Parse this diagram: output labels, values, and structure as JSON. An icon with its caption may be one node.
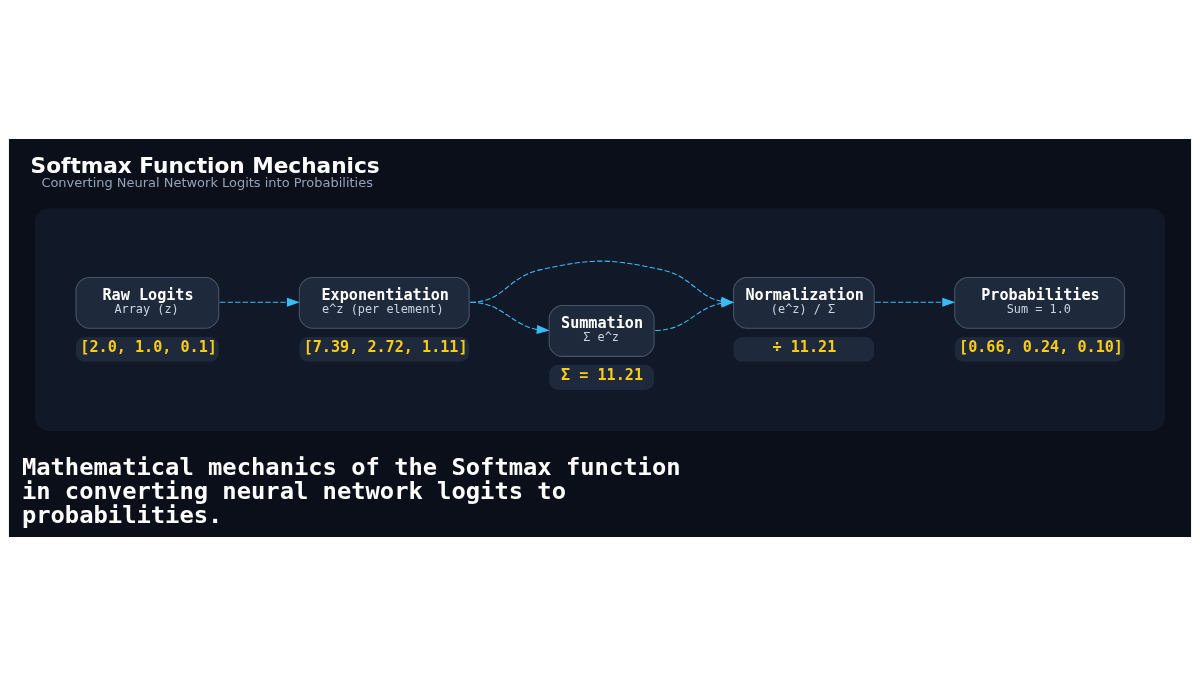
{
  "diagram": {
    "title": "Softmax Function Mechanics",
    "caption": "Mathematical mechanics of the Softmax function in converting neural network logits to probabilities.",
    "nodes": [
      {
        "text": [],
        "shape": "box"
      },
      {
        "text": [
          "Raw Logits",
          "Array (z)"
        ],
        "in": 0,
        "beside": [
          "[2.0, 1.0, 0.1]"
        ]
      },
      {
        "text": [
          "Exponentiation",
          "e^z (per element)"
        ],
        "in": 0,
        "beside": [
          "[7.39, 2.72, 1.11]"
        ]
      },
      {
        "text": [
          "Summation",
          "Σ e^z"
        ],
        "in": 0,
        "beside": [
          "Σ = 11.21"
        ]
      },
      {
        "text": [
          "Normalization",
          "(e^z) / Σ"
        ],
        "in": 0,
        "beside": [
          "÷ 11.21"
        ]
      },
      {
        "text": [
          "Probabilities",
          "Sum = 1.0"
        ],
        "in": 0,
        "beside": [
          "[0.66, 0.24, 0.10]"
        ]
      }
    ],
    "edges": [
      {
        "from": 1,
        "to": 2,
        "arrow": "to",
        "style": "dashed"
      },
      {
        "from": 2,
        "to": 4,
        "arrow": "to",
        "style": "dashed"
      },
      {
        "from": 2,
        "to": 3,
        "arrow": "to",
        "style": "dashed"
      },
      {
        "from": 3,
        "to": 4,
        "arrow": "to",
        "style": "dashed"
      },
      {
        "from": 4,
        "to": 5,
        "arrow": "to",
        "style": "dashed"
      }
    ],
    "labels": [
      "Converting Neural Network Logits into Probabilities"
    ]
  }
}
